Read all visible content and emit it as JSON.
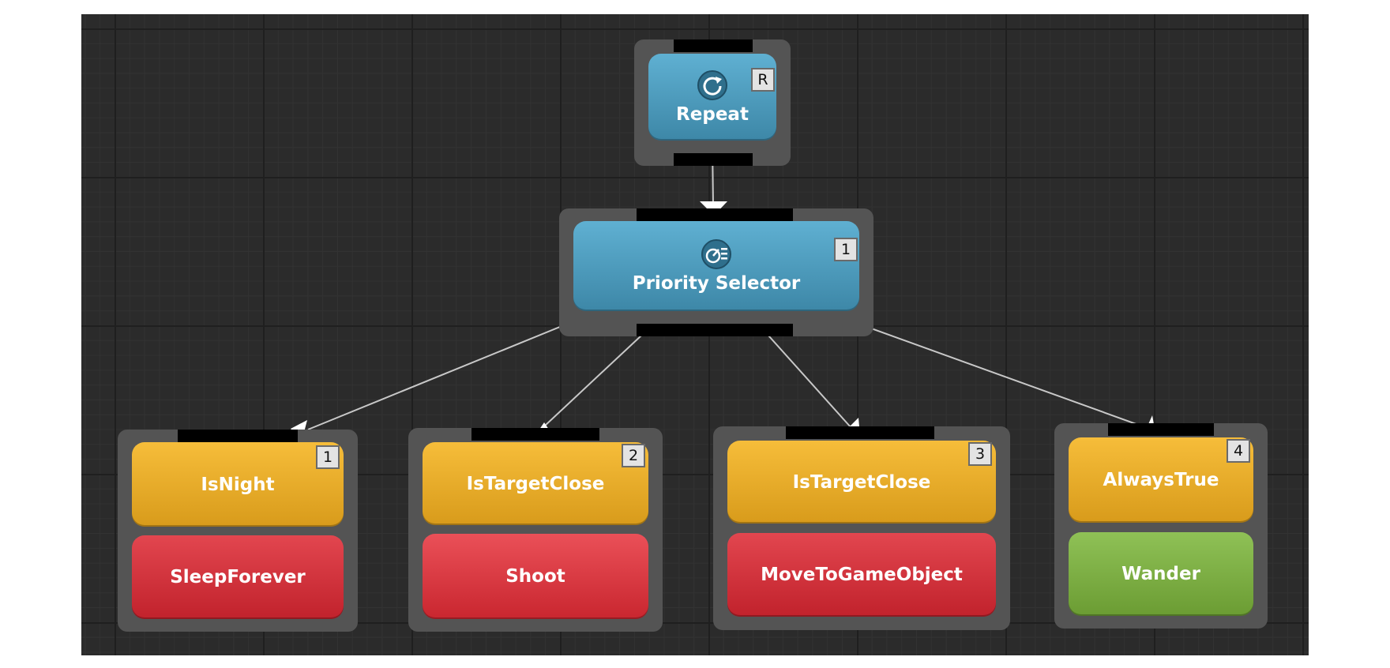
{
  "tree": {
    "root": {
      "label": "Repeat",
      "badge": "R",
      "icon": "repeat-icon"
    },
    "selector": {
      "label": "Priority Selector",
      "badge": "1",
      "icon": "priority-selector-icon"
    },
    "branches": [
      {
        "badge": "1",
        "condition": "IsNight",
        "action": "SleepForever",
        "action_color": "#c9262f"
      },
      {
        "badge": "2",
        "condition": "IsTargetClose",
        "action": "Shoot",
        "action_color": "#d7333c"
      },
      {
        "badge": "3",
        "condition": "IsTargetClose",
        "action": "MoveToGameObject",
        "action_color": "#c9262f"
      },
      {
        "badge": "4",
        "condition": "AlwaysTrue",
        "action": "Wander",
        "action_color": "#7aa93f"
      }
    ]
  },
  "colors": {
    "canvas": "#2b2b2b",
    "composite": "#4a9bbf",
    "condition": "#e9aa26",
    "action_red": "#d1303a",
    "action_green": "#80b24a",
    "connector": "#c8c8c8"
  }
}
